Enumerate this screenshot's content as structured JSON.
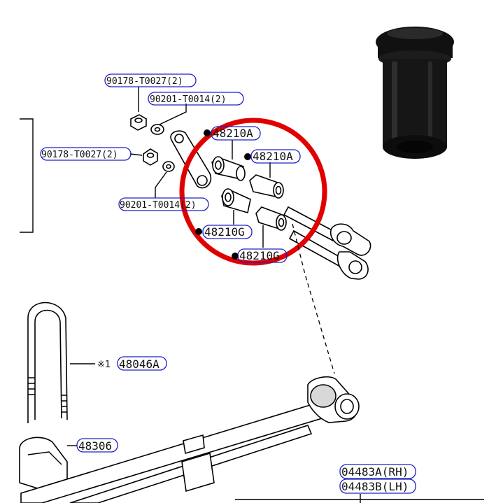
{
  "colors": {
    "callout_outline": "#2020c8",
    "highlight_circle": "#e00000",
    "bushing_photo": "#111111",
    "grey_shading": "#d8d8d8"
  },
  "labels": {
    "nut_top": "90178-T0027(2)",
    "washer_top": "90201-T0014(2)",
    "nut_left": "90178-T0027(2)",
    "washer_left": "90201-T0014(2)",
    "bushing_a1": "48210A",
    "bushing_a2": "48210A",
    "bushing_g1": "48210G",
    "bushing_g2": "48210G",
    "u_bolt_prefix": "※1",
    "u_bolt": "48046A",
    "spring_seat": "48306",
    "spring_rh": "04483A(RH)",
    "spring_lh": "04483B(LH)"
  },
  "icons": [
    "bushing-photo",
    "highlight-circle",
    "shackle-icon",
    "leaf-spring-icon",
    "u-bolt-icon",
    "spring-seat-icon"
  ]
}
